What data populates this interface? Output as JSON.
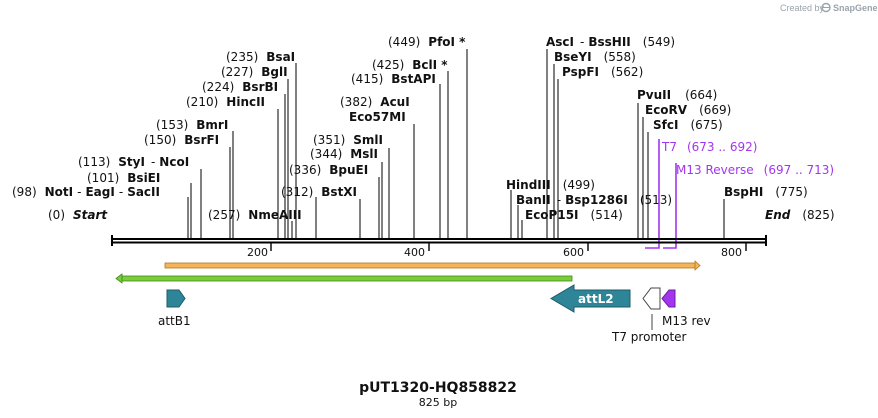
{
  "credit": "Created by",
  "brand": "SnapGene",
  "title": "pUT1320-HQ858822",
  "subtitle": "825 bp",
  "ticks": [
    "200",
    "400",
    "600",
    "800"
  ],
  "enzymes": [
    {
      "pos": "(98)",
      "name": "NotI",
      "extra": [
        "EagI",
        "SacII"
      ]
    },
    {
      "pos": "(0)",
      "name": "Start"
    },
    {
      "pos": "(101)",
      "name": "BsiEI"
    },
    {
      "pos": "(113)",
      "name": "StyI",
      "extra": [
        "NcoI"
      ]
    },
    {
      "pos": "(150)",
      "name": "BsrFI"
    },
    {
      "pos": "(153)",
      "name": "BmrI"
    },
    {
      "pos": "(210)",
      "name": "HincII"
    },
    {
      "pos": "(224)",
      "name": "BsrBI"
    },
    {
      "pos": "(227)",
      "name": "BglI"
    },
    {
      "pos": "(235)",
      "name": "BsaI"
    },
    {
      "pos": "(257)",
      "name": "NmeAIII"
    },
    {
      "pos": "(312)",
      "name": "BstXI"
    },
    {
      "pos": "(336)",
      "name": "BpuEI"
    },
    {
      "pos": "(344)",
      "name": "MslI"
    },
    {
      "pos": "(351)",
      "name": "SmlI"
    },
    {
      "pos": "(382)",
      "name": "AcuI"
    },
    {
      "name": "Eco57MI"
    },
    {
      "pos": "(415)",
      "name": "BstAPI"
    },
    {
      "pos": "(425)",
      "name": "BclI *"
    },
    {
      "pos": "(449)",
      "name": "PfoI *"
    },
    {
      "name": "AscI",
      "extra": [
        "BssHII"
      ],
      "pos": "(549)"
    },
    {
      "name": "BseYI",
      "pos": "(558)"
    },
    {
      "name": "PspFI",
      "pos": "(562)"
    },
    {
      "name": "HindIII",
      "pos": "(499)"
    },
    {
      "name": "BanII",
      "extra": [
        "Bsp1286I"
      ],
      "pos": "(513)"
    },
    {
      "name": "EcoP15I",
      "pos": "(514)"
    },
    {
      "name": "PvuII",
      "pos": "(664)"
    },
    {
      "name": "EcoRV",
      "pos": "(669)"
    },
    {
      "name": "SfcI",
      "pos": "(675)"
    },
    {
      "name": "BspHI",
      "pos": "(775)"
    },
    {
      "name": "End",
      "pos": "(825)"
    }
  ],
  "primers": [
    {
      "name": "T7",
      "range": "(673 .. 692)"
    },
    {
      "name": "M13 Reverse",
      "range": "(697 .. 713)"
    }
  ],
  "features": [
    {
      "name": "attB1",
      "direction": "forward",
      "color": "#2e8597"
    },
    {
      "name": "attL2",
      "direction": "reverse",
      "color": "#2e8597"
    },
    {
      "name": "T7 promoter",
      "direction": "reverse",
      "color": "#ffffff"
    },
    {
      "name": "M13 rev",
      "direction": "reverse",
      "color": "#a335ee"
    }
  ],
  "colors": {
    "orf_orange": "#f5b35a",
    "orf_green": "#7ccd3c",
    "primer_purple": "#a335ee",
    "feature_teal": "#2e8597"
  }
}
